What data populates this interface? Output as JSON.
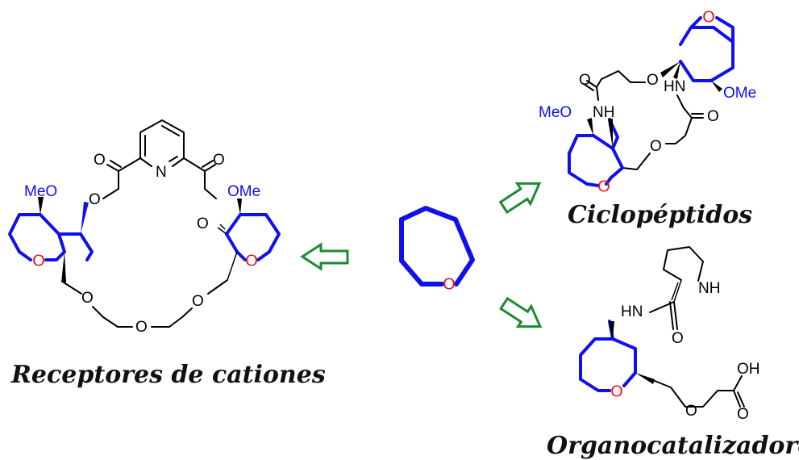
{
  "captions": {
    "left": "Receptores de cationes",
    "right_top": "Ciclopéptidos",
    "right_bottom": "Organocatalizadores"
  },
  "atom_labels": {
    "o": "O",
    "ome": "OMe",
    "meo": "MeO",
    "nh": "NH",
    "hn": "HN",
    "n": "N",
    "oh": "OH"
  },
  "colors": {
    "ring_highlight": "#1010ee",
    "heteroatom_o": "#ee1111",
    "arrow_outline": "#1e8a34"
  }
}
